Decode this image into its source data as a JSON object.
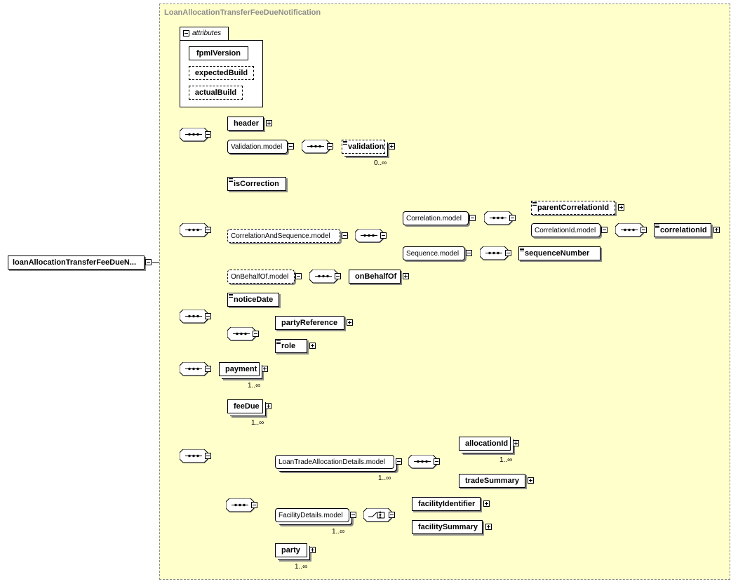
{
  "diagram": {
    "title": "LoanAllocationTransferFeeDueNotification",
    "root": "loanAllocationTransferFeeDueN...",
    "attributes_label": "attributes",
    "attributes": [
      "fpmlVersion",
      "expectedBuild",
      "actualBuild"
    ],
    "elements": {
      "header": "header",
      "validation_model": "Validation.model",
      "validation": "validation",
      "isCorrection": "isCorrection",
      "correlation_and_sequence_model": "CorrelationAndSequence.model",
      "correlation_model": "Correlation.model",
      "parentCorrelationId": "parentCorrelationId",
      "correlationId_model": "CorrelationId.model",
      "correlationId": "correlationId",
      "sequence_model": "Sequence.model",
      "sequenceNumber": "sequenceNumber",
      "onBehalfOf_model": "OnBehalfOf.model",
      "onBehalfOf": "onBehalfOf",
      "noticeDate": "noticeDate",
      "partyReference": "partyReference",
      "role": "role",
      "payment": "payment",
      "feeDue": "feeDue",
      "loanTradeAllocationDetails_model": "LoanTradeAllocationDetails.model",
      "allocationId": "allocationId",
      "tradeSummary": "tradeSummary",
      "facilityDetails_model": "FacilityDetails.model",
      "facilityIdentifier": "facilityIdentifier",
      "facilitySummary": "facilitySummary",
      "party": "party"
    },
    "occurrences": {
      "validation": "0..∞",
      "payment": "1..∞",
      "feeDue": "1..∞",
      "allocationId": "1..∞",
      "loanTradeAllocationDetails_model": "1..∞",
      "facilityDetails_model": "1..∞",
      "party": "1..∞"
    }
  }
}
